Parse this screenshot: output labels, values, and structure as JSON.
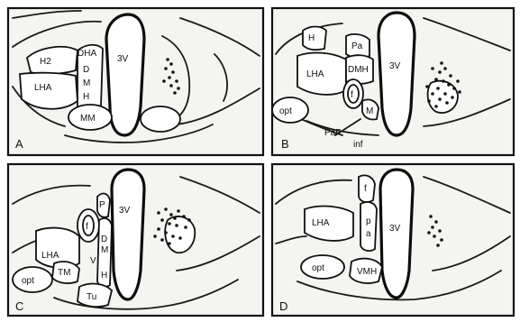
{
  "panels": [
    {
      "letter": "A",
      "labels": {
        "h2": "H2",
        "lha": "LHA",
        "dha": "DHA",
        "d": "D",
        "m": "M",
        "h": "H",
        "v3": "3V",
        "mm": "MM"
      }
    },
    {
      "letter": "B",
      "labels": {
        "h": "H",
        "pa": "Pa",
        "lha": "LHA",
        "dmh": "DMH",
        "v3": "3V",
        "f": "f",
        "m": "M",
        "opt": "opt",
        "paf": "PaF",
        "inf": "inf"
      }
    },
    {
      "letter": "C",
      "labels": {
        "p": "P",
        "v3": "3V",
        "f": "f",
        "lha": "LHA",
        "d": "D",
        "m": "M",
        "v": "V",
        "h": "H",
        "tm": "TM",
        "opt": "opt",
        "tu": "Tu"
      }
    },
    {
      "letter": "D",
      "labels": {
        "f": "f",
        "lha": "LHA",
        "p": "p",
        "a": "a",
        "v3": "3V",
        "opt": "opt",
        "vmh": "VMH"
      }
    }
  ]
}
